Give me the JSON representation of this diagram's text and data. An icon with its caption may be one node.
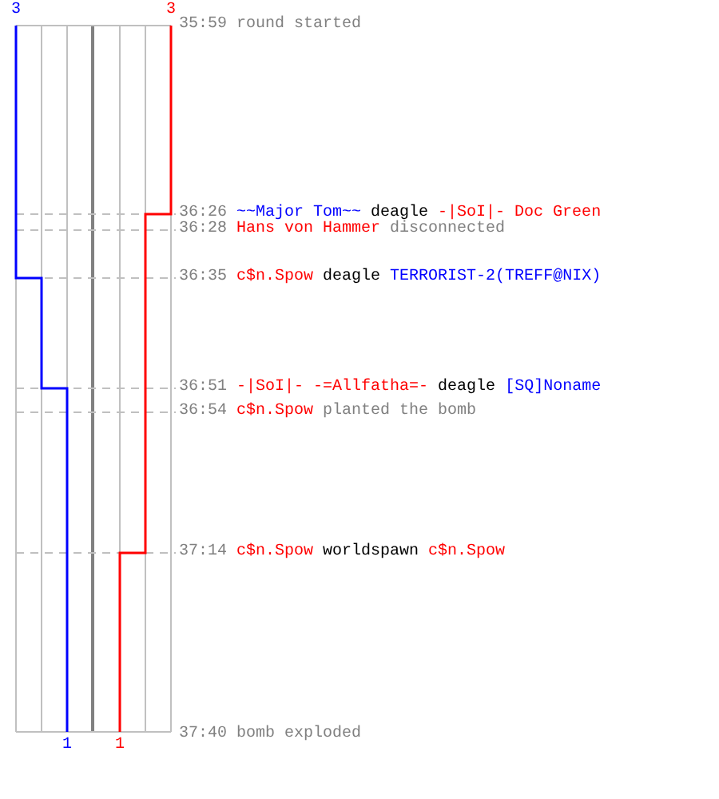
{
  "diagram": {
    "labels": [
      "3",
      "3",
      "35:59",
      "round started",
      "36:26",
      "~~Major Tom~~",
      "deagle",
      "-|SoI|- Doc Green",
      "36:28",
      "Hans von Hammer",
      "disconnected",
      "36:35",
      "c$n.Spow",
      "deagle",
      "TERRORIST-2(TREFF@NIX)",
      "36:51",
      "-|SoI|- -=Allfatha=-",
      "deagle",
      "[SQ]Noname",
      "36:54",
      "c$n.Spow",
      "planted the bomb",
      "37:14",
      "c$n.Spow",
      "worldspawn",
      "c$n.Spow",
      "37:40",
      "bomb exploded",
      "1",
      "1"
    ]
  }
}
